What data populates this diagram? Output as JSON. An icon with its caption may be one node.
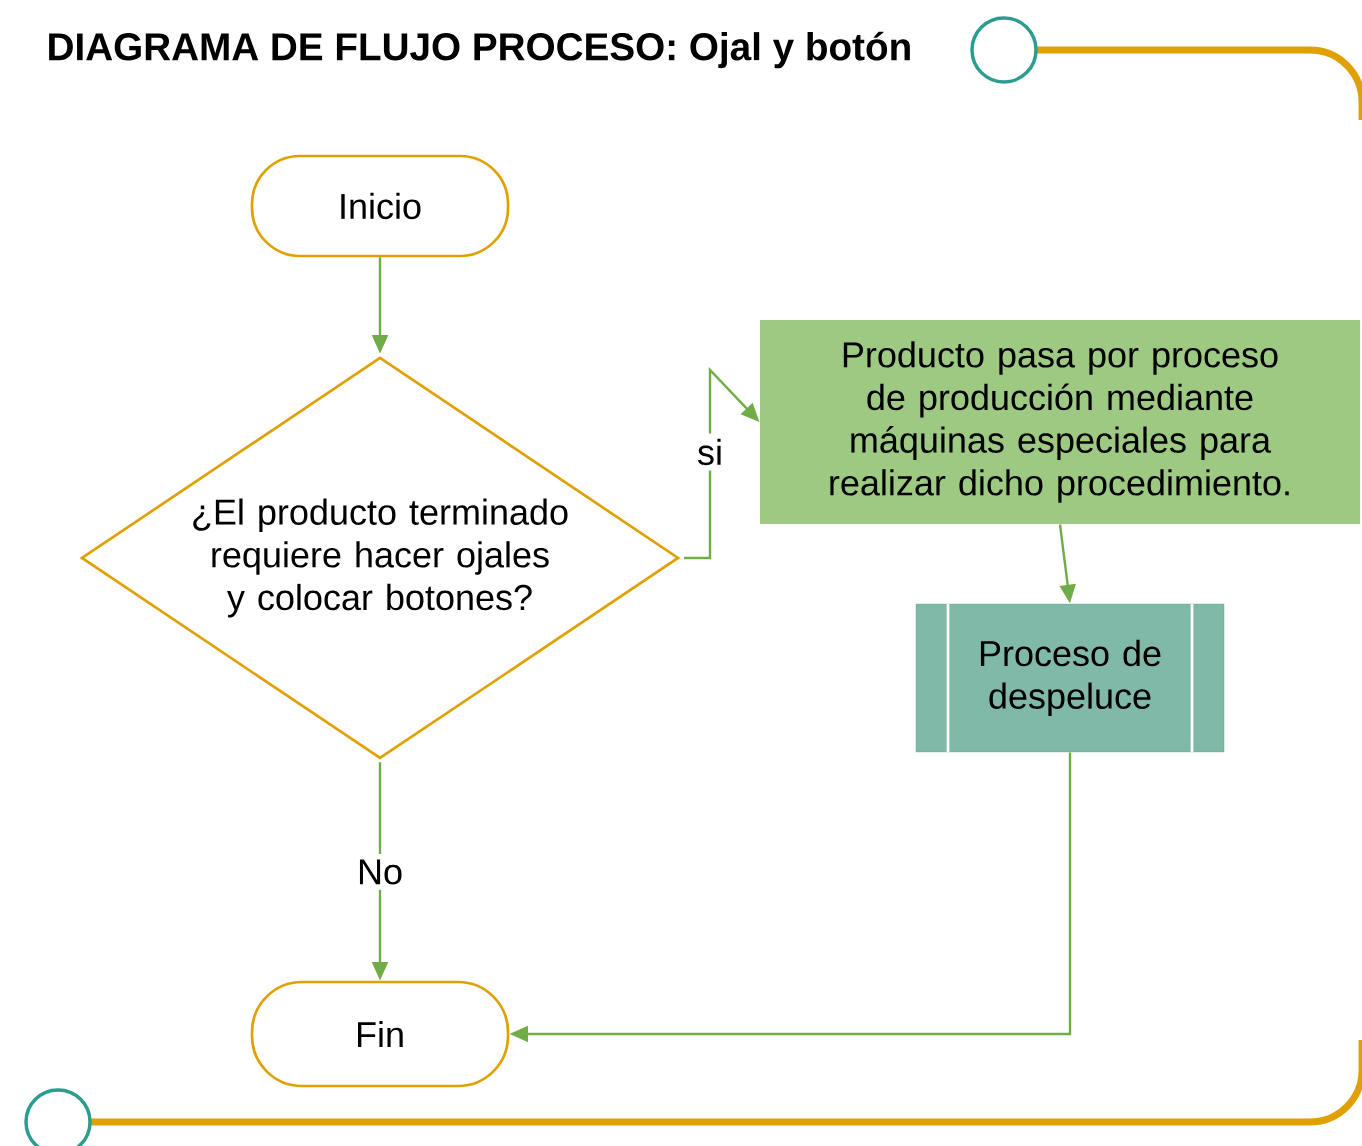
{
  "diagram": {
    "title": "DIAGRAMA DE FLUJO PROCESO: Ojal y botón",
    "nodes": [
      {
        "text": [
          "Inicio"
        ]
      },
      {
        "text": [
          "¿El producto terminado requiere hacer ojales y colocar botones?"
        ]
      },
      {
        "text": [
          "Producto pasa por proceso de producción mediante máquinas especiales para realizar dicho procedimiento."
        ]
      },
      {
        "text": [
          "Proceso de despeluce"
        ]
      },
      {
        "text": [
          "Fin"
        ]
      }
    ],
    "edges": [
      {
        "from": 0,
        "to": 1,
        "arrow": "to"
      },
      {
        "from": 1,
        "to": 2,
        "arrow": "to",
        "label": "si"
      },
      {
        "from": 2,
        "to": 3,
        "arrow": "to"
      },
      {
        "from": 3,
        "to": 4,
        "arrow": "to"
      },
      {
        "from": 1,
        "to": 4,
        "arrow": "to",
        "label": "No"
      }
    ]
  }
}
